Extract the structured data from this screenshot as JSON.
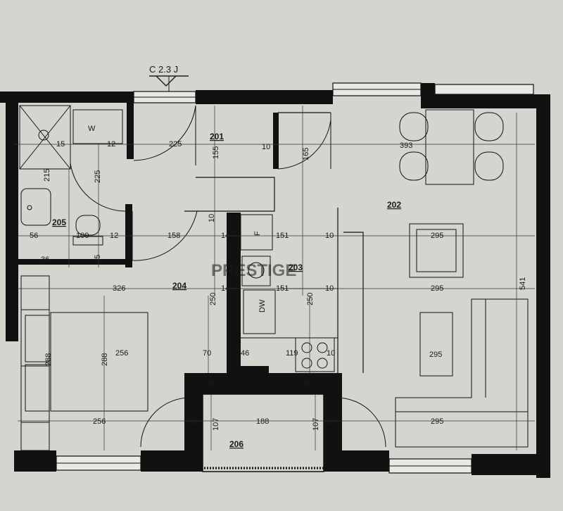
{
  "section_mark": "C 2.3 J",
  "rooms": {
    "r201": "201",
    "r202": "202",
    "r203": "203",
    "r204": "204",
    "r205": "205",
    "r206": "206"
  },
  "fixture_labels": {
    "washer": "W",
    "dishwasher": "DW",
    "fridge": "F"
  },
  "watermark": "PRESTIGE",
  "dims": {
    "d15": "15",
    "d12a": "12",
    "d225a": "225",
    "d225b": "225",
    "d215": "215",
    "d155": "155",
    "d10a": "10",
    "d165": "165",
    "d393": "393",
    "d56": "56",
    "d100": "100",
    "d12b": "12",
    "d158": "158",
    "d10b": "10",
    "d14a": "14",
    "d151a": "151",
    "d10c": "10",
    "d295a": "295",
    "d36": "36",
    "d25": "25",
    "d326": "326",
    "d14b": "14",
    "d151b": "151",
    "d10d": "10",
    "d295b": "295",
    "d541": "541",
    "d250a": "250",
    "d250b": "250",
    "d70": "70",
    "d46": "46",
    "d119": "119",
    "d10e": "10",
    "d288a": "288",
    "d288b": "288",
    "d256": "256",
    "d295c": "295",
    "d28a": "28",
    "d28b": "28",
    "d256b": "256",
    "d28c": "28",
    "d107a": "107",
    "d188": "188",
    "d107b": "107",
    "d29": "29",
    "d295d": "295"
  }
}
